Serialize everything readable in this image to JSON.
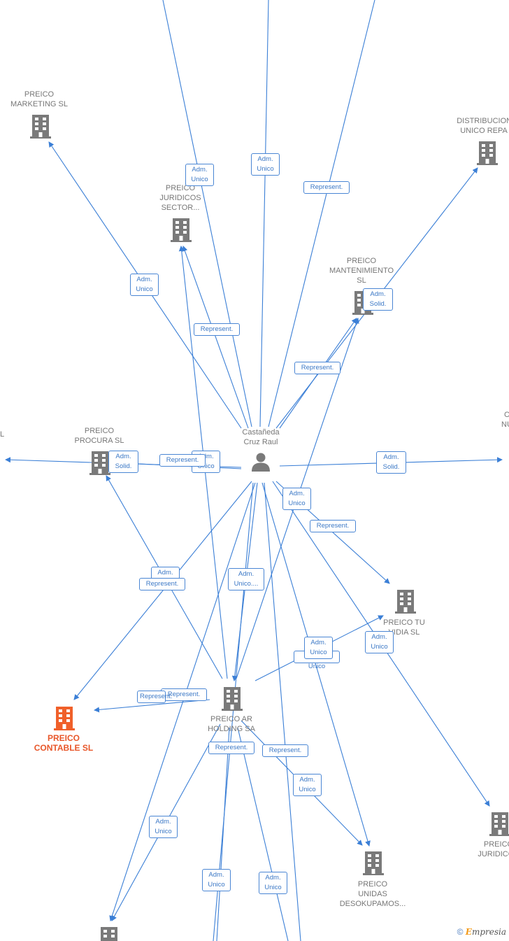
{
  "colors": {
    "edge": "#3b7fd6",
    "building": "#7a7a7a",
    "highlight": "#f0602a",
    "label": "#777777"
  },
  "center": {
    "label": "Castañeda\nCruz Raul",
    "icon": "person-icon"
  },
  "nodes": [
    {
      "id": "marketing",
      "label": "PREICO\nMARKETING  SL"
    },
    {
      "id": "juridicos-sector",
      "label": "PREICO\nJURIDICOS\nSECTOR..."
    },
    {
      "id": "distribuciones",
      "label": "DISTRIBUCIONES\nUNICO REPA SL"
    },
    {
      "id": "mantenimiento",
      "label": "PREICO\nMANTENIMIENTO\nSL"
    },
    {
      "id": "procura",
      "label": "PREICO\nPROCURA  SL"
    },
    {
      "id": "right-partial",
      "label": "C\nNU"
    },
    {
      "id": "left-partial",
      "label": "L"
    },
    {
      "id": "tu-vidia",
      "label": "PREICO TU\nVIDIA  SL"
    },
    {
      "id": "contable",
      "label": "PREICO\nCONTABLE  SL"
    },
    {
      "id": "ar-holding",
      "label": "PREICO AR\nHOLDING SA"
    },
    {
      "id": "unidas",
      "label": "PREICO\nUNIDAS\nDESOKUPAMOS..."
    },
    {
      "id": "juridicos-right",
      "label": "PREICO\nJURIDICOS"
    },
    {
      "id": "bottom-left",
      "label": ""
    }
  ],
  "edge_labels": [
    "Adm.\nUnico",
    "Adm.\nUnico",
    "Represent.",
    "Adm.\nUnico",
    "Adm.\nSolid.",
    "Represent.",
    "Represent.",
    "Adm.\nSolid.",
    "Represent.",
    "Adm.\nUnico",
    "Adm.\nSolid.",
    "Adm.\nUnico",
    "Represent.",
    "Adm.",
    "Represent.",
    "Adm.\nUnico....",
    "Adm.\nUnico",
    "Adm.\nUnico",
    "Represent.",
    "Adm.\nUnico",
    "Represent.",
    "Represent.",
    "Represent.",
    "Adm.\nUnico",
    "Adm.\nUnico",
    "Adm.\nUnico",
    "Adm.\nUnico",
    "Adm.\nUnico"
  ],
  "watermark": {
    "copyright": "©",
    "brand_e": "E",
    "brand_rest": "mpresia"
  }
}
